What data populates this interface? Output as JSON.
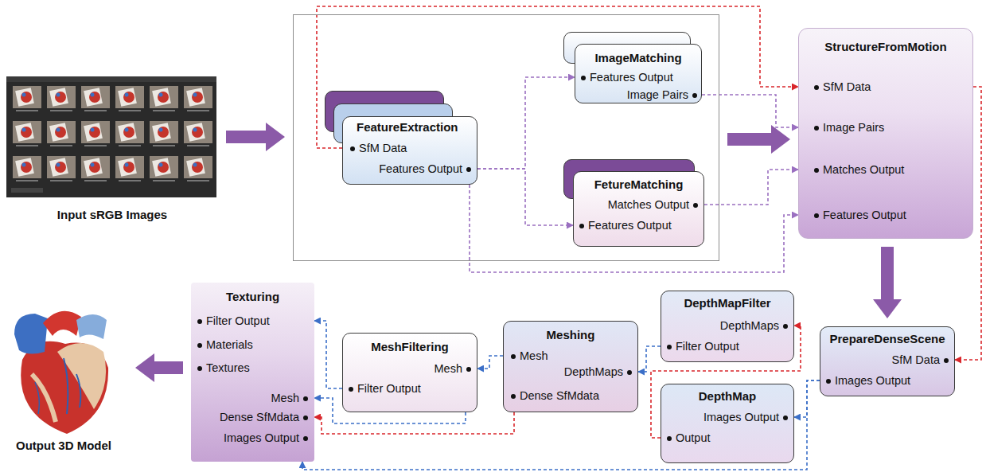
{
  "diagram": {
    "nodes": [
      {
        "text": [
          "Input sRGB Images"
        ]
      },
      {
        "text": []
      },
      {
        "text": [
          "FeatureExtraction",
          "SfM Data",
          "Features Output"
        ],
        "in": 1
      },
      {
        "text": [
          "ImageMatching",
          "Features Output",
          "Image Pairs"
        ],
        "in": 1
      },
      {
        "text": [
          "FetureMatching",
          "Matches Output",
          "Features Output"
        ],
        "in": 1
      },
      {
        "text": [
          "StructureFromMotion",
          "SfM Data",
          "Image Pairs",
          "Matches Output",
          "Features Output"
        ]
      },
      {
        "text": [
          "PrepareDenseScene",
          "SfM Data",
          "Images Output"
        ]
      },
      {
        "text": [
          "DepthMap",
          "Images Output",
          "Output"
        ]
      },
      {
        "text": [
          "DepthMapFilter",
          "DepthMaps",
          "Filter Output"
        ]
      },
      {
        "text": [
          "Meshing",
          "Mesh",
          "DepthMaps",
          "Dense SfMdata"
        ]
      },
      {
        "text": [
          "MeshFiltering",
          "Mesh",
          "Filter Output"
        ]
      },
      {
        "text": [
          "Texturing",
          "Filter Output",
          "Materials",
          "Textures",
          "Mesh",
          "Dense SfMdata",
          "Images Output"
        ]
      },
      {
        "text": [
          "Output 3D Model"
        ]
      }
    ],
    "edges": [
      {
        "from": 0,
        "to": 1,
        "arrow": "to"
      },
      {
        "from": 1,
        "to": 5,
        "arrow": "to"
      },
      {
        "from": 2,
        "to": 3,
        "arrow": "to"
      },
      {
        "from": 2,
        "to": 4,
        "arrow": "to"
      },
      {
        "from": 2,
        "to": 5,
        "arrow": "to"
      },
      {
        "from": 2,
        "to": 5,
        "arrow": "to"
      },
      {
        "from": 3,
        "to": 5,
        "arrow": "to"
      },
      {
        "from": 4,
        "to": 5,
        "arrow": "to"
      },
      {
        "from": 5,
        "to": 6,
        "arrow": "to"
      },
      {
        "from": 5,
        "to": 6,
        "arrow": "to"
      },
      {
        "from": 6,
        "to": 7,
        "arrow": "to"
      },
      {
        "from": 6,
        "to": 11,
        "arrow": "to"
      },
      {
        "from": 7,
        "to": 8,
        "arrow": "to"
      },
      {
        "from": 8,
        "to": 9,
        "arrow": "to"
      },
      {
        "from": 9,
        "to": 10,
        "arrow": "to"
      },
      {
        "from": 10,
        "to": 11,
        "arrow": "to"
      },
      {
        "from": 10,
        "to": 11,
        "arrow": "to"
      },
      {
        "from": 9,
        "to": 11,
        "arrow": "to"
      },
      {
        "from": 11,
        "to": 12,
        "arrow": "to"
      }
    ]
  }
}
